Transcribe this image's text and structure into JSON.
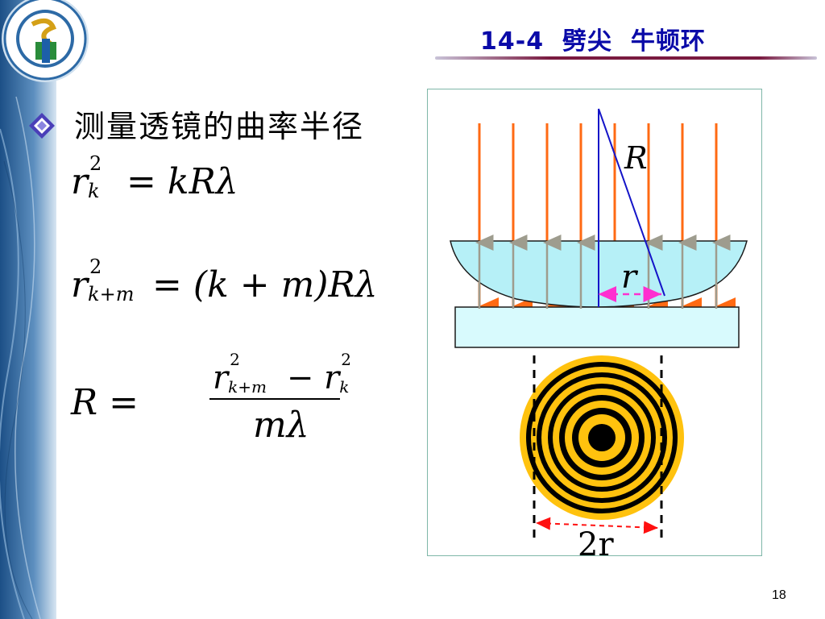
{
  "slide": {
    "title": "14-4  劈尖  牛顿环",
    "heading": "测量透镜的曲率半径",
    "page_number": "18"
  },
  "formulas": {
    "f1": {
      "lhs_base": "r",
      "lhs_sup": "2",
      "lhs_sub": "k",
      "rhs": "= kRλ"
    },
    "f2": {
      "lhs_base": "r",
      "lhs_sup": "2",
      "lhs_sub": "k+m",
      "rhs": "= (k + m)Rλ"
    },
    "f3": {
      "lhs": "R =",
      "num_base1": "r",
      "num_sup1": "2",
      "num_sub1": "k+m",
      "num_op": " − ",
      "num_base2": "r",
      "num_sup2": "2",
      "num_sub2": "k",
      "den": "mλ"
    }
  },
  "diagram": {
    "label_R": "R",
    "label_r": "r",
    "label_2r": "2r",
    "colors": {
      "light_ray": "#ff6a13",
      "lens_fill": "#b6f0f7",
      "plate_fill": "#d8fafd",
      "radius_line": "#1414c8",
      "r_arrow": "#ff2fd0",
      "ring_yellow": "#ffc20e",
      "ring_black": "#000000",
      "span_arrow": "#ff1010"
    }
  }
}
